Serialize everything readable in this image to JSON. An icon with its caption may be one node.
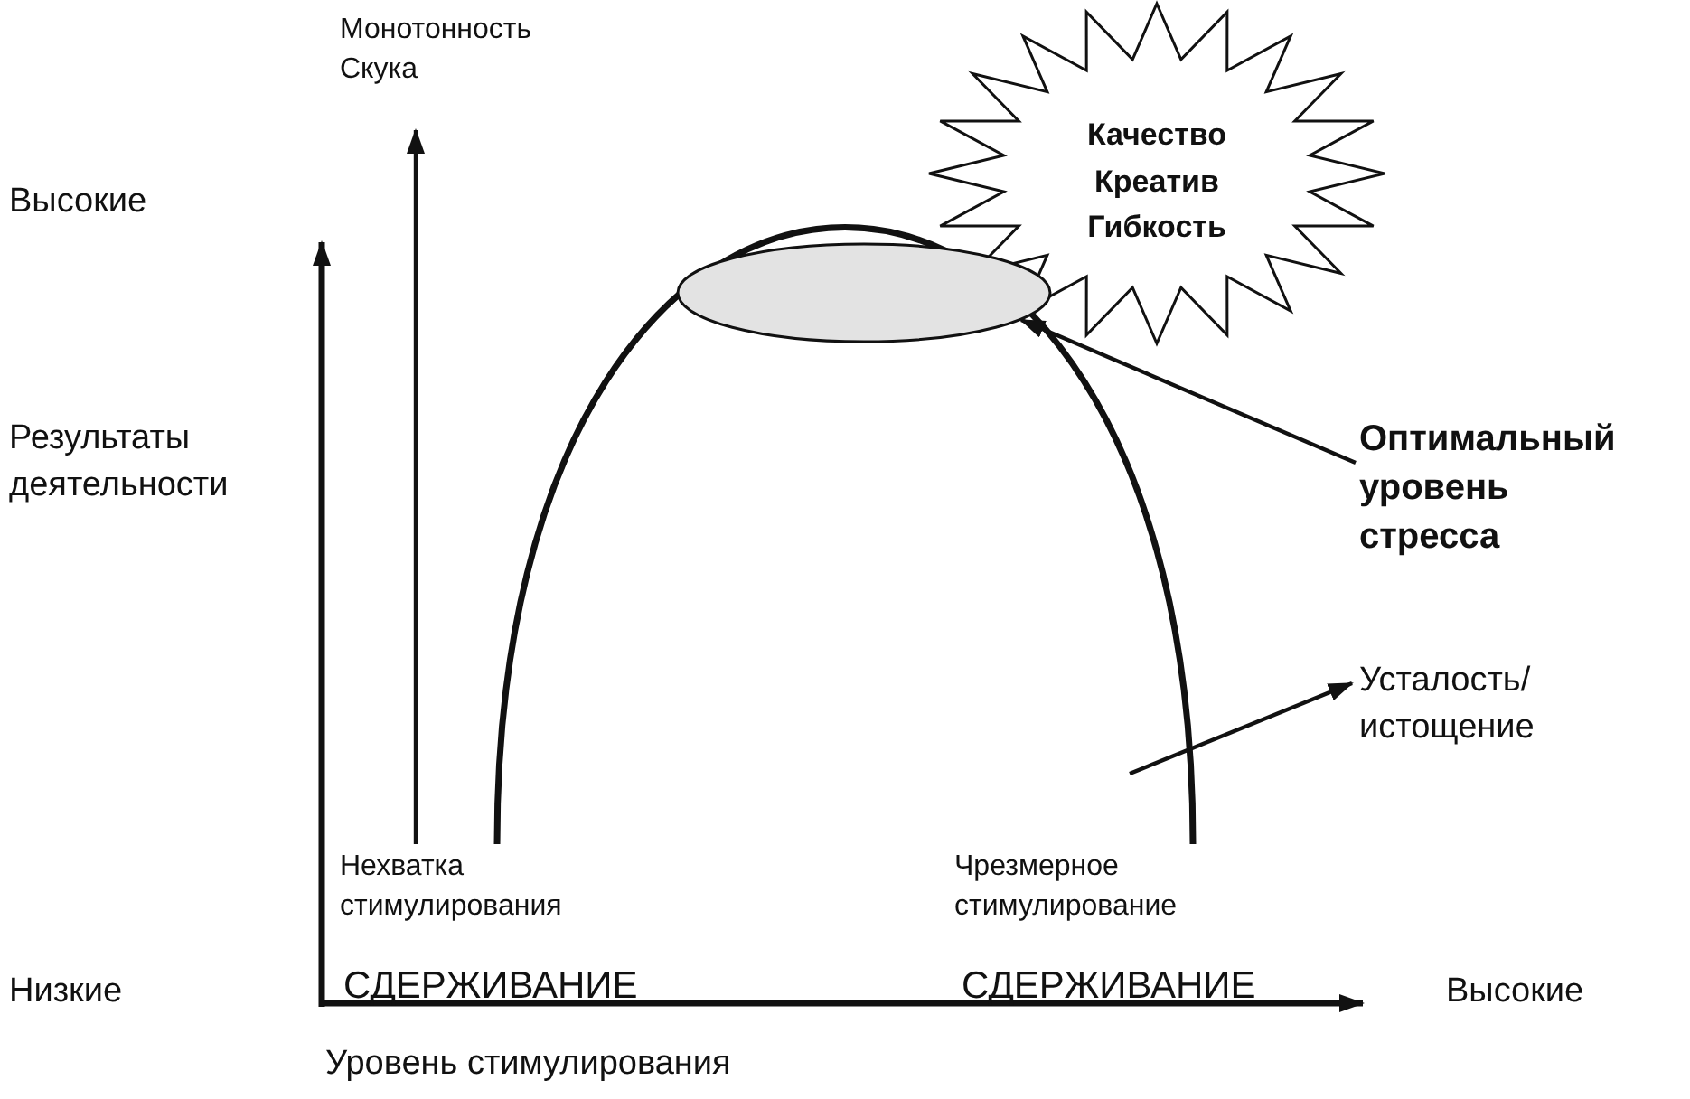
{
  "diagram": {
    "nodes": [
      {
        "text": [
          "Монотонность Скука"
        ]
      },
      {
        "text": [
          "Качество Креатив Гибкость"
        ]
      },
      {
        "text": [],
        "shape": "ellipse"
      },
      {
        "text": [
          "Оптимальный уровень стресса"
        ]
      },
      {
        "text": [
          "Усталость/ истощение"
        ]
      },
      {
        "text": [
          "Нехватка стимулирования"
        ]
      }
    ],
    "edges": [
      {
        "from": 5,
        "to": 0,
        "arrow": "to"
      },
      {
        "from": 3,
        "to": 2,
        "arrow": "to"
      },
      {
        "from": null,
        "to": 4,
        "arrow": "to"
      }
    ],
    "labels": [
      "Высокие",
      "Результаты деятельности",
      "Низкие",
      "Чрезмерное стимулирование",
      "СДЕРЖИВАНИЕ",
      "СДЕРЖИВАНИЕ",
      "Высокие",
      "Уровень стимулирования"
    ]
  }
}
